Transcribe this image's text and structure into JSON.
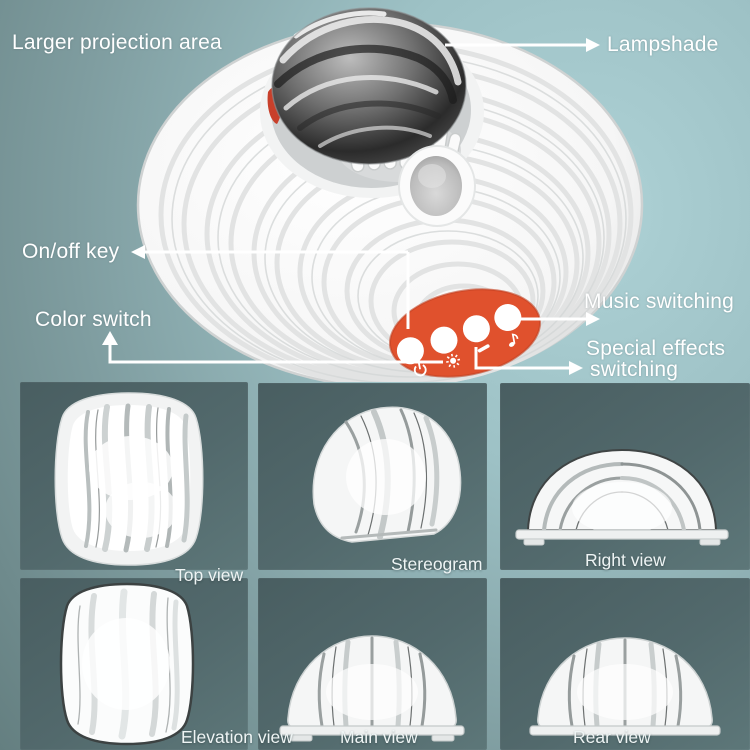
{
  "colors": {
    "background_dark_teal": "#5e7879",
    "background_light_teal": "#aed2d6",
    "panel_teal": "#52696c",
    "accent_orange": "#e0512d",
    "annotation_white": "#ffffff"
  },
  "annotations": {
    "larger_projection_area": "Larger projection area",
    "lampshade": "Lampshade",
    "on_off_key": "On/off key",
    "color_switch": "Color switch",
    "music_switching": "Music switching",
    "special_effects_line1": "Special effects",
    "special_effects_line2": "switching"
  },
  "control_panel": {
    "buttons": [
      {
        "id": "power",
        "icon": "power-icon"
      },
      {
        "id": "brightness",
        "icon": "sun-icon"
      },
      {
        "id": "special-effects",
        "icon": "minus-icon"
      },
      {
        "id": "music",
        "icon": "music-note-icon"
      }
    ]
  },
  "views": [
    {
      "label": "Top view"
    },
    {
      "label": "Stereogram"
    },
    {
      "label": "Right view"
    },
    {
      "label": "Elevation view"
    },
    {
      "label": "Main view"
    },
    {
      "label": "Rear view"
    }
  ]
}
